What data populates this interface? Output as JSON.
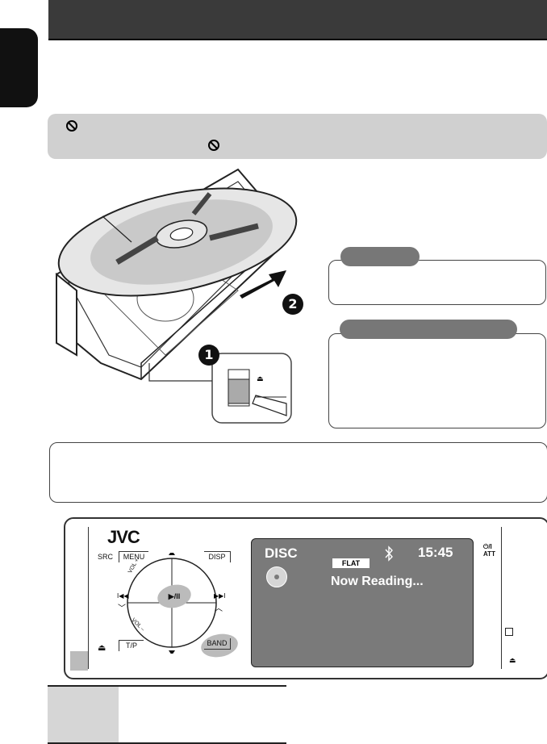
{
  "notice": {
    "symbol_1": "⃠",
    "symbol_2": "⃠"
  },
  "callouts": {
    "step1": "1",
    "step2": "2"
  },
  "panel": {
    "brand": "JVC",
    "src_label": "SRC",
    "menu_label": "MENU",
    "disp_label": "DISP",
    "play_pause_label": "▶/II",
    "vol_plus_label": "VOL +",
    "vol_minus_label": "VOL –",
    "tp_label": "T/P",
    "band_label": "BAND",
    "power_label": "⏻/I",
    "att_label": "ATT",
    "eject_icon": "eject-icon"
  },
  "screen": {
    "source": "DISC",
    "eq_preset": "FLAT",
    "clock": "15:45",
    "status": "Now Reading..."
  },
  "colors": {
    "header": "#3a3a3a",
    "notice_bg": "#d0d0d0",
    "screen_bg": "#7a7a7a",
    "pill": "#777777"
  }
}
